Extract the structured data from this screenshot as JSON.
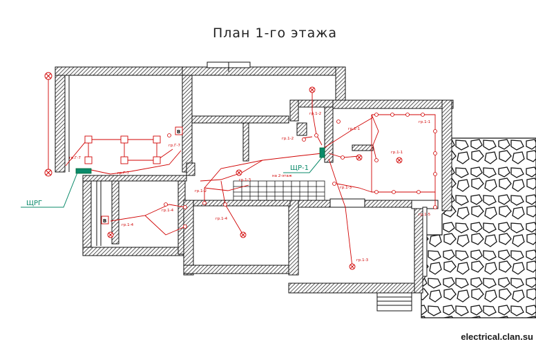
{
  "title": "План 1-го этажа",
  "panels": [
    {
      "id": "shchrg",
      "label": "ЩРГ"
    },
    {
      "id": "shchr1",
      "label": "ЩР-1"
    }
  ],
  "room_marks": [
    "В",
    "В"
  ],
  "group_labels": [
    "гр.Г-7",
    "гр.Г-7",
    "гр.Г-7",
    "гр.1-4",
    "гр.1-4",
    "гр.1-4",
    "гр.1-2",
    "гр.1-2",
    "гр.1-2",
    "гр.1-1",
    "гр.1-1",
    "гр.1-1",
    "гр.1-3",
    "гр.1-3",
    "гр.1-3",
    "гр.1-5",
    "на 2-этаж"
  ],
  "watermark": "electrical.clan.su",
  "colors": {
    "wiring": "#d00000",
    "walls": "#111111",
    "panel": "#0a8a6a"
  }
}
